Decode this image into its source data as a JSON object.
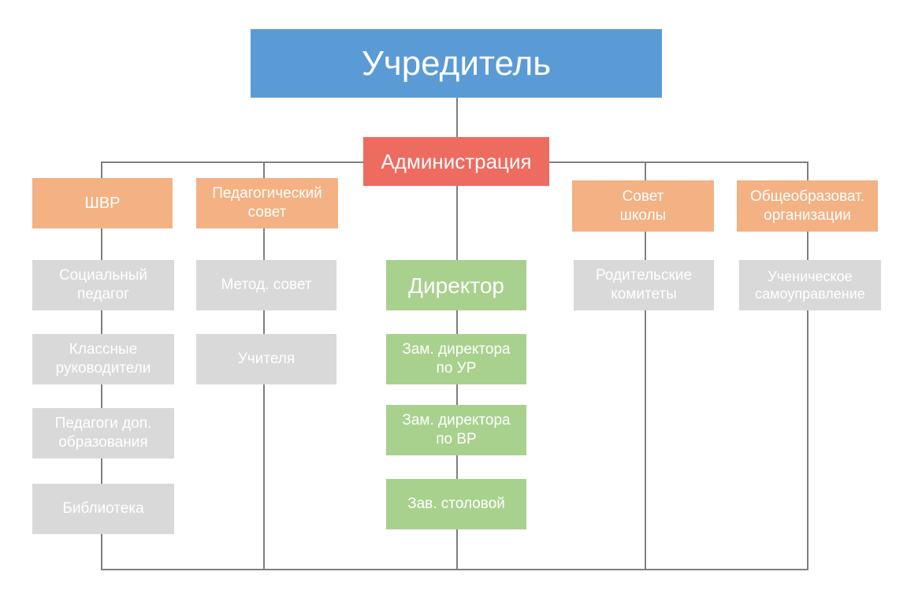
{
  "founder": "Учредитель",
  "administration": "Администрация",
  "columns": {
    "shvr": {
      "header": "ШВР",
      "items": [
        "Социальный\nпедагог",
        "Классные\nруководители",
        "Педагоги доп.\nобразования",
        "Библиотека"
      ]
    },
    "ped_council": {
      "header": "Педагогический\nсовет",
      "items": [
        "Метод. совет",
        "Учителя"
      ]
    },
    "director": {
      "header": "Директор",
      "items": [
        "Зам. директора\nпо УР",
        "Зам. директора\nпо ВР",
        "Зав. столовой"
      ]
    },
    "school_council": {
      "header": "Совет\nшколы",
      "items": [
        "Родительские\nкомитеты"
      ]
    },
    "orgs": {
      "header": "Общеобразоват.\nорганизации",
      "items": [
        "Ученическое\nсамоуправление"
      ]
    }
  },
  "colors": {
    "founder": "#5b9bd5",
    "administration": "#ee6b60",
    "unit": "#f4b183",
    "sub_unit": "#d9d9d9",
    "director_chain": "#a9d18e",
    "connector": "#7f7f7f"
  }
}
